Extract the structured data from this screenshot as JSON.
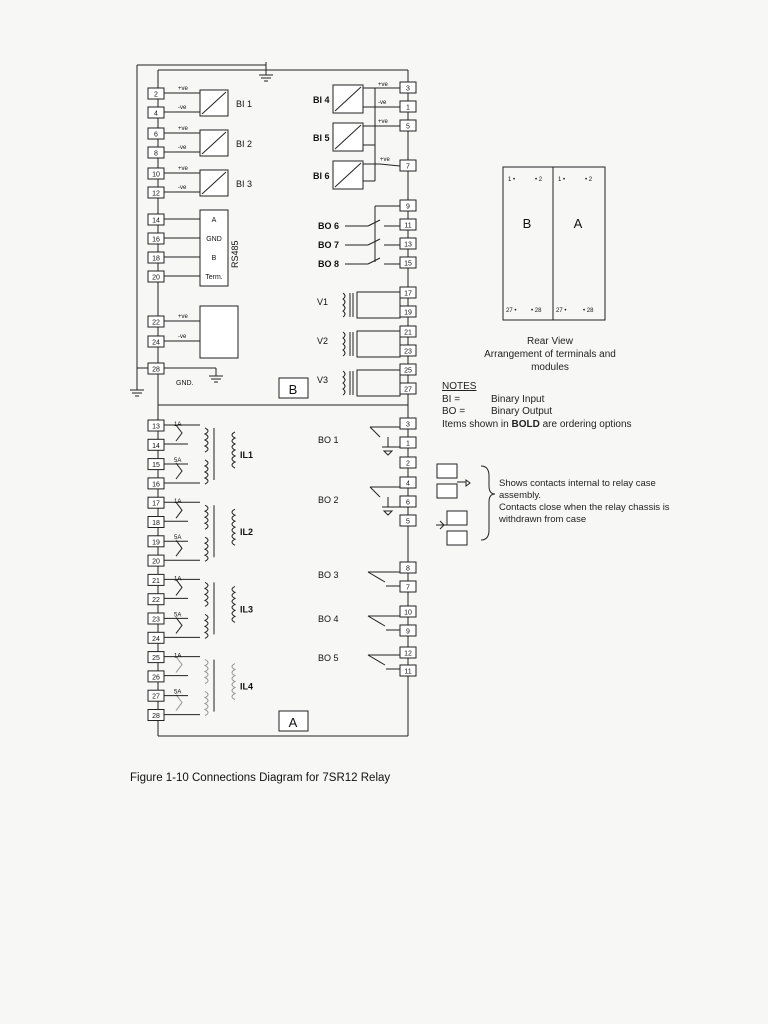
{
  "module_b": {
    "label": "B",
    "binary_inputs_left": [
      {
        "name": "BI 1",
        "pos": "2",
        "neg": "4"
      },
      {
        "name": "BI 2",
        "pos": "6",
        "neg": "8"
      },
      {
        "name": "BI 3",
        "pos": "10",
        "neg": "12"
      }
    ],
    "binary_inputs_right": [
      {
        "name": "BI 4"
      },
      {
        "name": "BI 5"
      },
      {
        "name": "BI 6"
      }
    ],
    "right_terminals": [
      "3",
      "1",
      "5",
      "7",
      "9",
      "11",
      "13",
      "15",
      "17",
      "19",
      "21",
      "23",
      "25",
      "27"
    ],
    "left_terminals_rs485": [
      "14",
      "16",
      "18",
      "20"
    ],
    "rs485_rows": [
      "A",
      "GND",
      "B",
      "Term."
    ],
    "rs485_label": "RS485",
    "psu_terminals": [
      "22",
      "24"
    ],
    "gnd_terminal": "28",
    "gnd_label": "GND.",
    "pos_label": "+ve",
    "neg_label": "-ve",
    "binary_outputs": [
      "BO 6",
      "BO 7",
      "BO 8"
    ],
    "voltage_inputs": [
      "V1",
      "V2",
      "V3"
    ]
  },
  "module_a": {
    "label": "A",
    "left_terminals": [
      "13",
      "14",
      "15",
      "16",
      "17",
      "18",
      "19",
      "20",
      "21",
      "22",
      "23",
      "24",
      "25",
      "26",
      "27",
      "28"
    ],
    "current_inputs": [
      "IL1",
      "IL2",
      "IL3",
      "IL4"
    ],
    "rating_1a": "1A",
    "rating_5a": "5A",
    "right_terminals": [
      "3",
      "1",
      "2",
      "4",
      "6",
      "5",
      "8",
      "7",
      "10",
      "9",
      "12",
      "11"
    ],
    "binary_outputs": [
      "BO 1",
      "BO 2",
      "BO 3",
      "BO 4",
      "BO 5"
    ]
  },
  "rear_view": {
    "module_b": "B",
    "module_a": "A",
    "top_labels": [
      "1",
      "2",
      "1",
      "2"
    ],
    "bottom_labels": [
      "27",
      "28",
      "27",
      "28"
    ],
    "title": "Rear View",
    "subtitle": "Arrangement of terminals and modules"
  },
  "notes": {
    "heading": "NOTES",
    "bi_term": "BI =",
    "bi_def": "Binary Input",
    "bo_term": "BO =",
    "bo_def": "Binary Output",
    "bold_prefix": "Items shown in ",
    "bold_word": "BOLD",
    "bold_suffix": " are ordering options",
    "legend_line1": "Shows contacts internal to relay case",
    "legend_line2": "assembly.",
    "legend_line3": "Contacts close when the relay chassis is",
    "legend_line4": "withdrawn from case"
  },
  "caption": "Figure 1-10 Connections Diagram for 7SR12 Relay"
}
